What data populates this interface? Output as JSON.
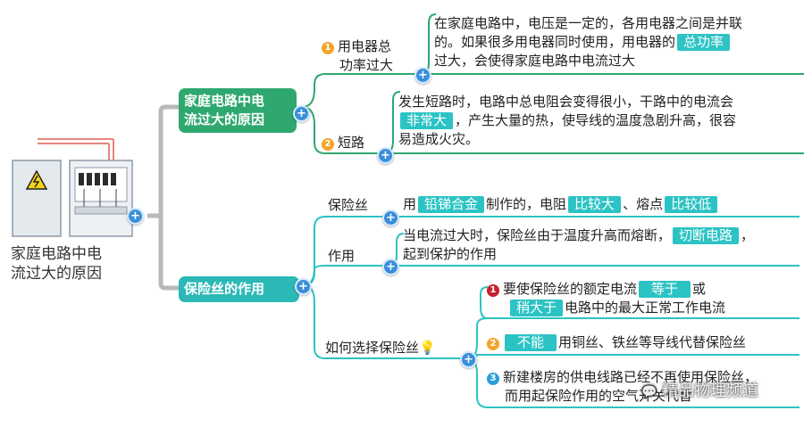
{
  "colors": {
    "branch_green": "#2fa86f",
    "highlight_teal": "#2cc3c4",
    "plus_blue": "#3a8fd8",
    "line_gray": "#b9b9b9"
  },
  "root": {
    "label_line1": "家庭电路中电",
    "label_line2": "流过大的原因"
  },
  "branch1": {
    "label_line1": "家庭电路中电",
    "label_line2": "流过大的原因",
    "children": {
      "power": {
        "num": "1",
        "label_line1": "用电器总",
        "label_line2": "功率过大",
        "detail": {
          "p1": "在家庭电路中，电压是一定的，各用电器之间是并联",
          "p2": "的。如果很多用电器同时使用，用电器的",
          "hl": "总功率",
          "p3": "过大，会使得家庭电路中电流过大"
        }
      },
      "short": {
        "num": "2",
        "label": "短路",
        "detail": {
          "p1": "发生短路时，电路中总电阻会变得很小，干路中的电流会",
          "hl": "非常大",
          "p2": "，产生大量的热，使导线的温度急剧升高，很容",
          "p3": "易造成火灾。"
        }
      }
    }
  },
  "branch2": {
    "label": "保险丝的作用",
    "children": {
      "fuse": {
        "label": "保险丝",
        "detail": {
          "p1": "用",
          "hl1": "铅锑合金",
          "p2": "制作的，电阻",
          "hl2": "比较大",
          "p3": "、熔点",
          "hl3": "比较低"
        }
      },
      "role": {
        "label": "作用",
        "detail": {
          "p1": "当电流过大时，保险丝由于温度升高而熔断，",
          "hl": "切断电路",
          "p2": "，",
          "p3": "起到保护的作用"
        }
      },
      "choose": {
        "label": "如何选择保险丝",
        "items": [
          {
            "num": "1",
            "p1": "要使保险丝的额定电流",
            "hl1": "等于",
            "p2": "或",
            "hl2": "稍大于",
            "p3": "电路中的最大正常工作电流"
          },
          {
            "num": "2",
            "hl": "不能",
            "p1": "用铜丝、铁丝等导线代替保险丝"
          },
          {
            "num": "3",
            "p1": "新建楼房的供电线路已经不再使用保险丝，",
            "p2": "而用起保险作用的空气开关代替"
          }
        ]
      }
    }
  },
  "watermark": "精品物理频道"
}
